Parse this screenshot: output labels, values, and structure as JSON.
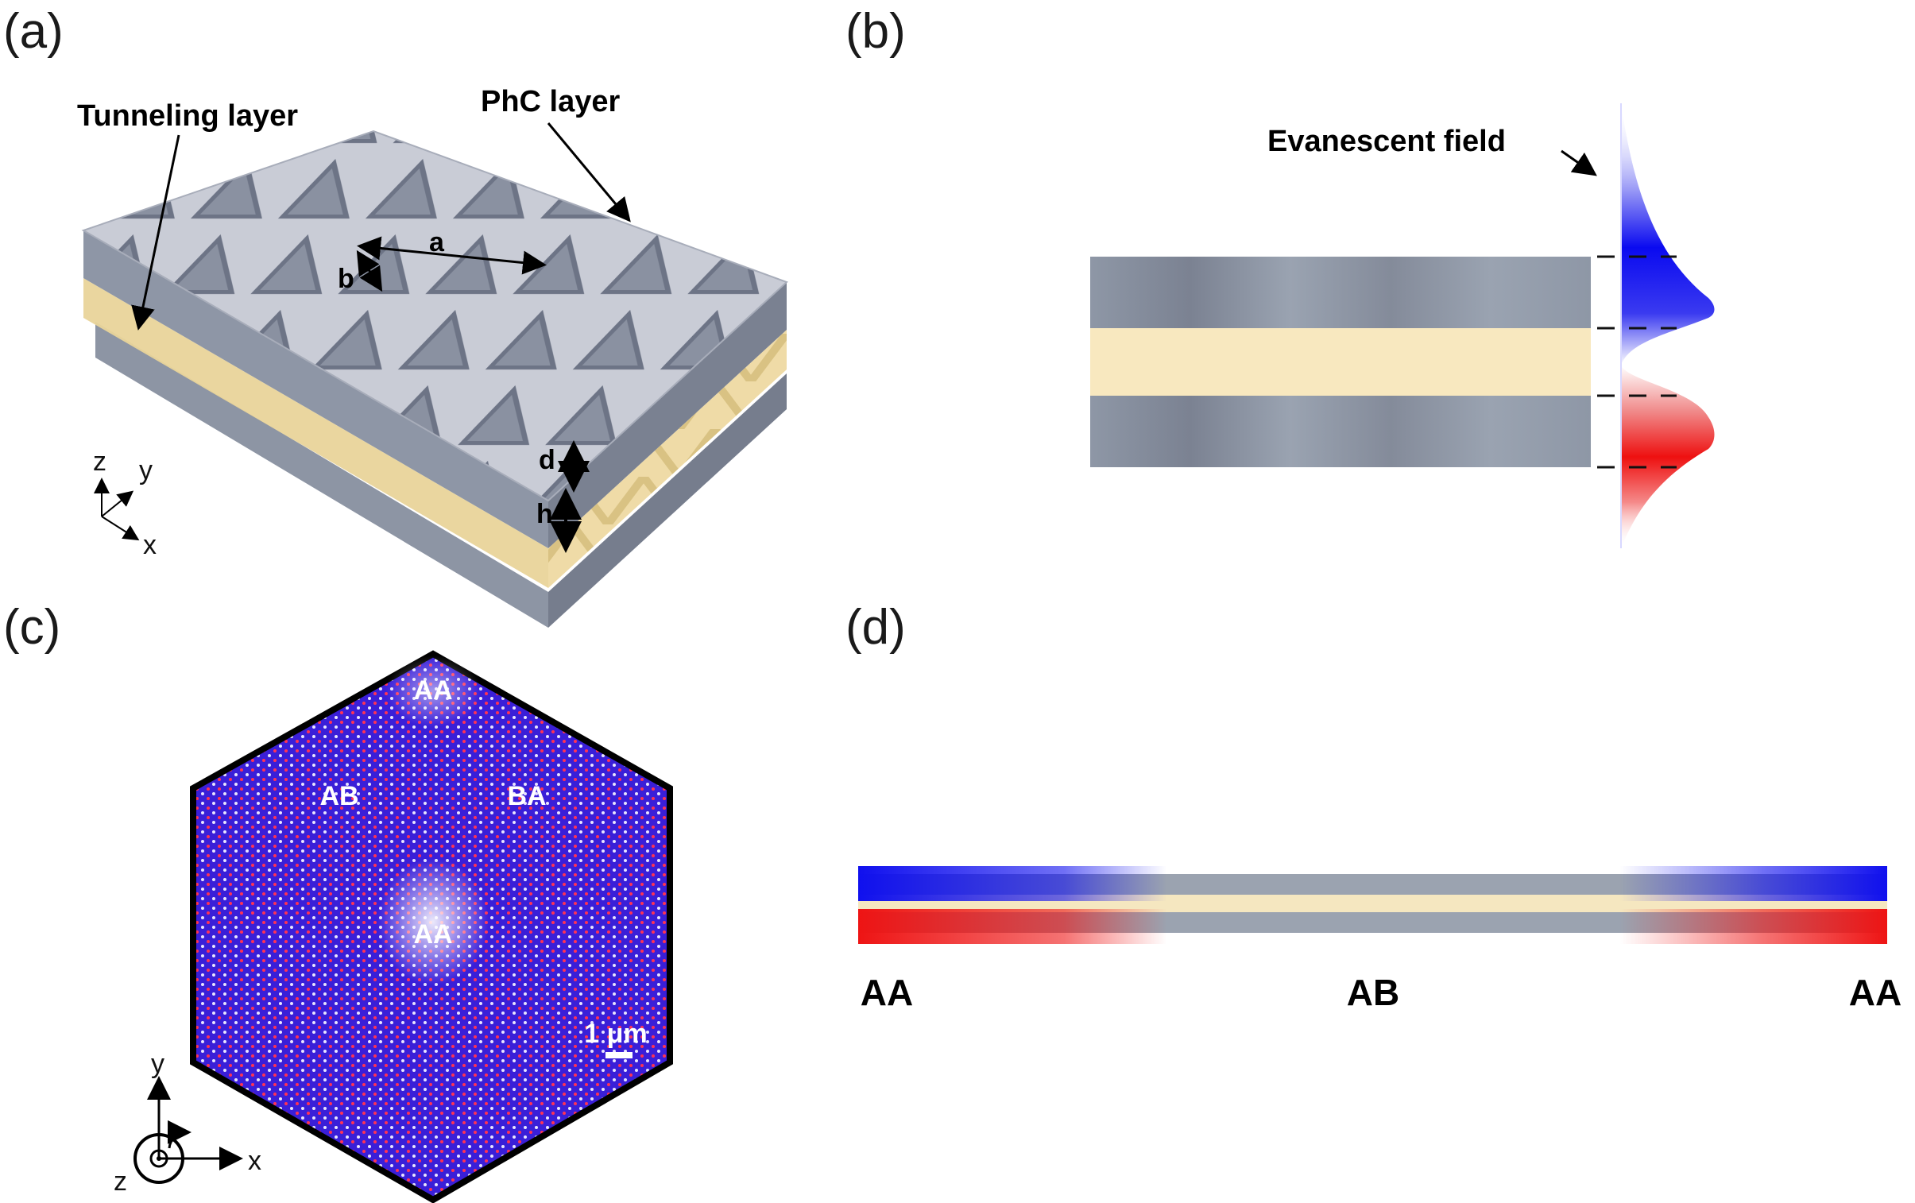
{
  "panels": {
    "a": {
      "label": "(a)",
      "tunneling_layer": "Tunneling layer",
      "phc_layer": "PhC layer",
      "dim_a": "a",
      "dim_b": "b",
      "dim_d": "d",
      "dim_h": "h",
      "axes": {
        "z": "z",
        "y": "y",
        "x": "x"
      }
    },
    "b": {
      "label": "(b)",
      "evanescent_field": "Evanescent field"
    },
    "c": {
      "label": "(c)",
      "regions": {
        "aa_top": "AA",
        "ab": "AB",
        "ba": "BA",
        "aa_center": "AA"
      },
      "scale_bar": "1 μm",
      "axes": {
        "y": "y",
        "x": "x",
        "z": "z"
      }
    },
    "d": {
      "label": "(d)",
      "positions": {
        "left": "AA",
        "middle": "AB",
        "right": "AA"
      }
    }
  },
  "colors": {
    "slab_gray": "#9aa3b0",
    "tunnel_yellow": "#f3dfa8",
    "field_blue": "#1414e6",
    "field_red": "#e61e1e",
    "moire_blue": "#2e18d8"
  }
}
